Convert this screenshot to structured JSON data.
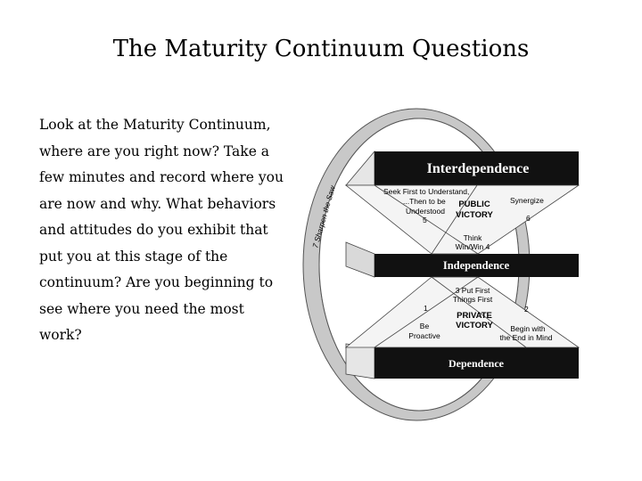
{
  "slide": {
    "title": "The Maturity Continuum Questions",
    "body": "Look at the Maturity Continuum, where are you right now?  Take a few minutes and record where you are now and why.  What behaviors and attitudes do you exhibit that put you at this stage of the continuum?  Are you beginning to see where you need the most work?"
  },
  "diagram": {
    "sharpen_label": "7 Sharpen the Saw",
    "bands": {
      "interdependence": "Interdependence",
      "independence": "Independence",
      "dependence": "Dependence"
    },
    "public": {
      "seek_line1": "Seek First to Understand,",
      "seek_line2": "...Then to be",
      "seek_line3": "Understood",
      "seek_num": "5",
      "victory_line1": "PUBLIC",
      "victory_line2": "VICTORY",
      "synergize": "Synergize",
      "synergize_num": "6",
      "think_line1": "Think",
      "think_line2": "Win/Win 4"
    },
    "private": {
      "first_line1": "3  Put First",
      "first_line2": "Things First",
      "victory_line1": "PRIVATE",
      "victory_line2": "VICTORY",
      "proactive_num": "1",
      "proactive_line1": "Be",
      "proactive_line2": "Proactive",
      "end_num": "2",
      "end_line1": "Begin with",
      "end_line2": "the End in Mind"
    }
  }
}
